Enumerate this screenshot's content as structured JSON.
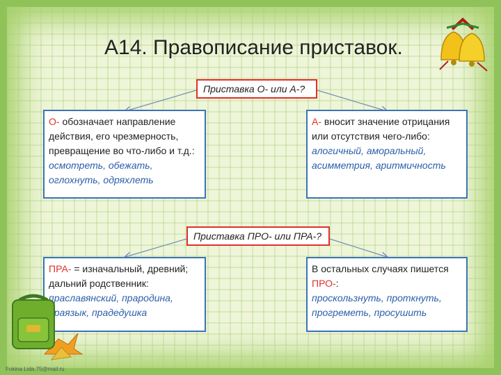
{
  "title": "А14. Правописание приставок.",
  "top_header": "Приставка О-  или А-?",
  "left_top": {
    "prefix": "О-",
    "text": " обозначает направление действия, его чрезмерность, превращение во что-либо и т.д.:",
    "examples": "осмотреть, обежать, оглохнуть, одряхлеть"
  },
  "right_top": {
    "prefix": "А-",
    "text": "  вносит значение отрицания или отсутствия чего-либо:",
    "examples": "алогичный, аморальный, асимметрия, аритмичность"
  },
  "bottom_header": "Приставка  ПРО-  или ПРА-?",
  "left_bottom": {
    "prefix": "ПРА-",
    "text": " = изначальный, древний; дальний родственник:",
    "examples": "праславянский, прародина, праязык, прадедушка"
  },
  "right_bottom": {
    "text": "В остальных случаях пишется",
    "prefix": "ПРО-",
    "colon": ":",
    "examples": "проскользнуть, проткнуть, прогреметь, просушить"
  },
  "footer": "Fokina Lida.75@mail.ru"
}
